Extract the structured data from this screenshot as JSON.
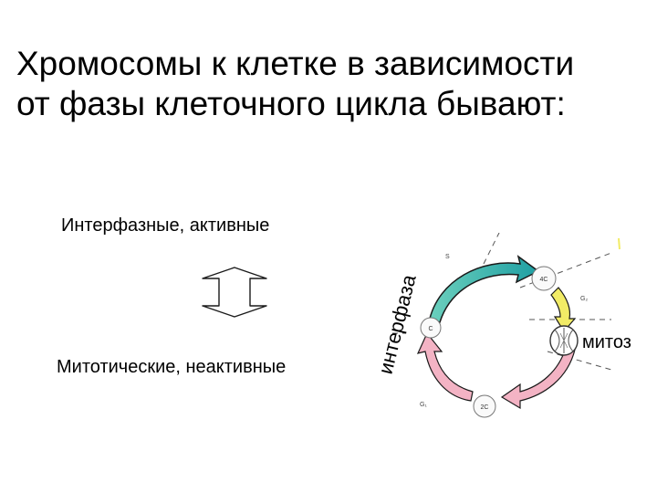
{
  "slide": {
    "title_line1": "Хромосомы к клетке в зависимости",
    "title_line2": "от фазы клеточного цикла бывают:",
    "label_active": "Интерфазные, активные",
    "label_mitotic": "Митотические, неактивные"
  },
  "cycle": {
    "interphase_label": "интерфаза",
    "mitosis_label": "митоз",
    "phase_s": "S",
    "phase_g2": "G₂",
    "phase_g1": "G₁",
    "node_4c": "4C",
    "node_c": "C",
    "node_2c": "2C"
  },
  "colors": {
    "s_arrow": "#3bb8a9",
    "g2_arrow": "#f2ec66",
    "g1_arrow": "#f3b3c4",
    "double_arrow_fill": "#ffffff",
    "double_arrow_stroke": "#1a1a1a"
  }
}
